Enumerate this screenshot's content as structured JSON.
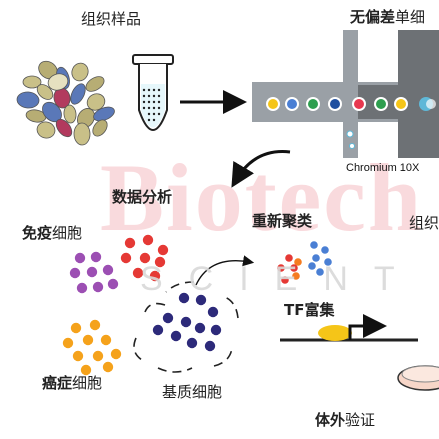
{
  "labels": {
    "tissue_sample": "组织样品",
    "single_cell_prefix": "无偏差",
    "single_cell_suffix": "单细",
    "chromium": "Chromium 10X",
    "data_analysis": "数据分析",
    "immune_prefix": "免疫",
    "immune_suffix": "细胞",
    "recluster": "重新聚类",
    "right_partial": "组织",
    "tumor_prefix": "癌症",
    "tumor_suffix": "细胞",
    "stromal": "基质细胞",
    "tf_enrich": "TF富集",
    "validation_prefix": "体外",
    "validation_suffix": "验证"
  },
  "watermark": {
    "main": "Biotech",
    "sub": "SCIENT"
  },
  "colors": {
    "immune_cluster_1": "#e53935",
    "immune_cluster_2": "#9c4fb3",
    "tumor_cluster": "#f5a21b",
    "stromal_cluster": "#2d2a7a",
    "subcluster_red": "#e53935",
    "subcluster_orange": "#f57c20",
    "subcluster_blue": "#4a7fd4",
    "tf_protein": "#f5c518",
    "droplets": [
      "#f5c518",
      "#4a7fd4",
      "#2e9e4f",
      "#1f4fa0",
      "#e8384f",
      "#2e9e4f",
      "#f5c518"
    ],
    "channel": "#9aa0a6",
    "channel_dark": "#6d7175"
  }
}
